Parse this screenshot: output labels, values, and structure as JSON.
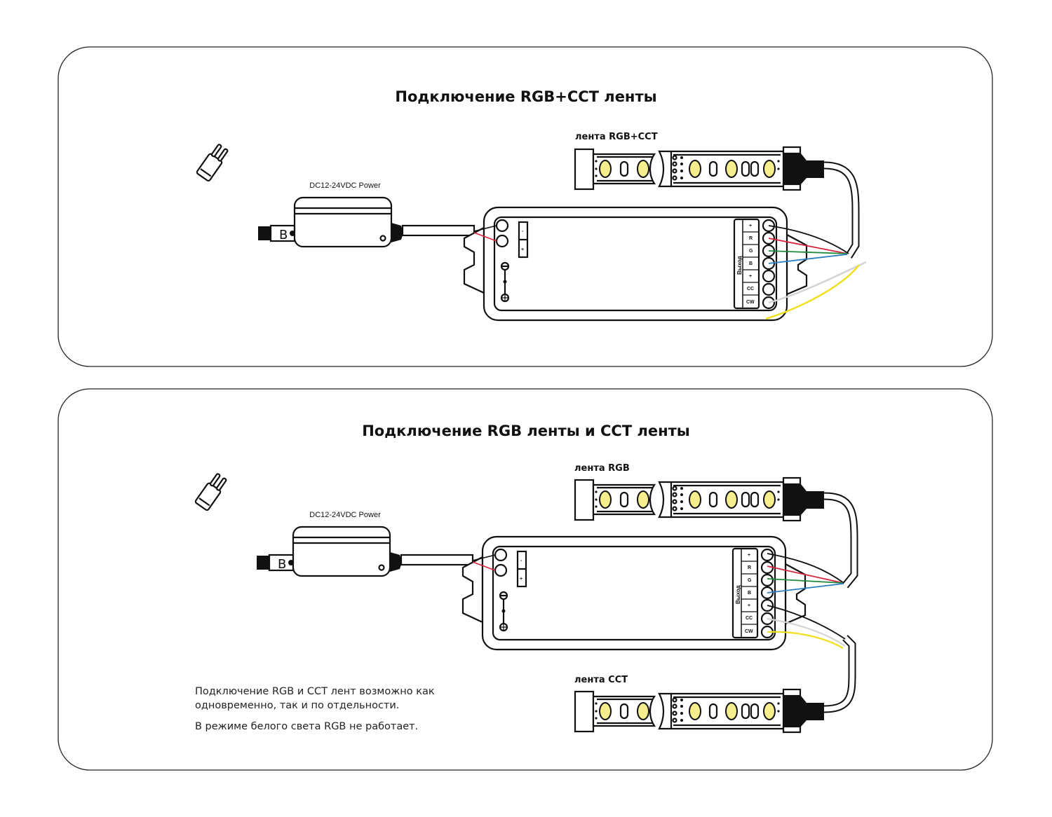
{
  "panels": [
    {
      "title": "Подключение RGB+CCT ленты",
      "power_label": "DC12-24VDC Power",
      "strip_label": "лента RGB+CCT"
    },
    {
      "title": "Подключение RGB ленты и CCT ленты",
      "power_label": "DC12-24VDC Power",
      "strip_rgb_label": "лента RGB",
      "strip_cct_label": "лента CCT",
      "notes": [
        "Подключение RGB и CCT лент возможно как",
        "одновременно, так и по отдельности.",
        "В режиме белого света RGB не работает."
      ]
    }
  ],
  "controller": {
    "input_labels": [
      "-",
      "+"
    ],
    "output_header": "Выход",
    "output_labels": [
      "+",
      "R",
      "G",
      "B",
      "+",
      "CC",
      "CW"
    ]
  },
  "wire_colors": {
    "plus": "#111111",
    "R": "#d8203c",
    "G": "#1f8a3c",
    "B": "#2a7fc4",
    "CC": "#d4d4d4",
    "CW": "#f0e020",
    "led": "#f6ee8c"
  }
}
